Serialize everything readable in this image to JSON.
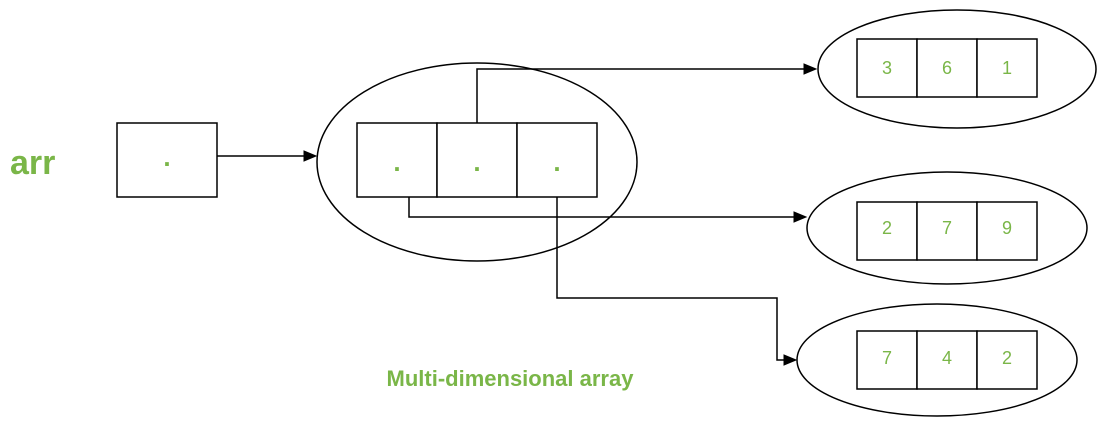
{
  "variable_name": "arr",
  "pointer_cell": ".",
  "outer_array_cells": [
    ".",
    ".",
    "."
  ],
  "inner_arrays": [
    {
      "values": [
        "3",
        "6",
        "1"
      ]
    },
    {
      "values": [
        "2",
        "7",
        "9"
      ]
    },
    {
      "values": [
        "7",
        "4",
        "2"
      ]
    }
  ],
  "caption": "Multi-dimensional array",
  "colors": {
    "accent": "#7ab648",
    "stroke": "#000000"
  }
}
